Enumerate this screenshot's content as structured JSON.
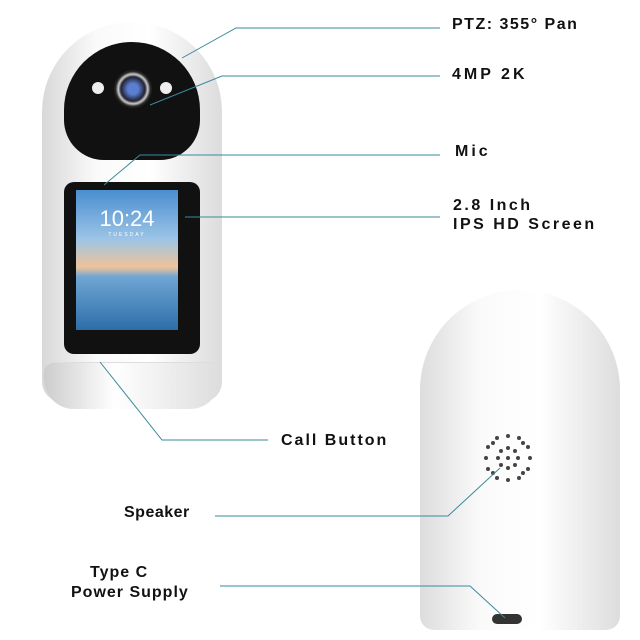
{
  "labels": {
    "ptz": "PTZ: 355° Pan",
    "resolution": "4MP 2K",
    "mic": "Mic",
    "screen_line1": "2.8 Inch",
    "screen_line2": "IPS HD Screen",
    "call_button": "Call Button",
    "speaker": "Speaker",
    "power_line1": "Type C",
    "power_line2": "Power Supply"
  },
  "screen": {
    "time": "10:24",
    "day": "TUESDAY"
  },
  "colors": {
    "leader_line": "#3a8a9a"
  }
}
